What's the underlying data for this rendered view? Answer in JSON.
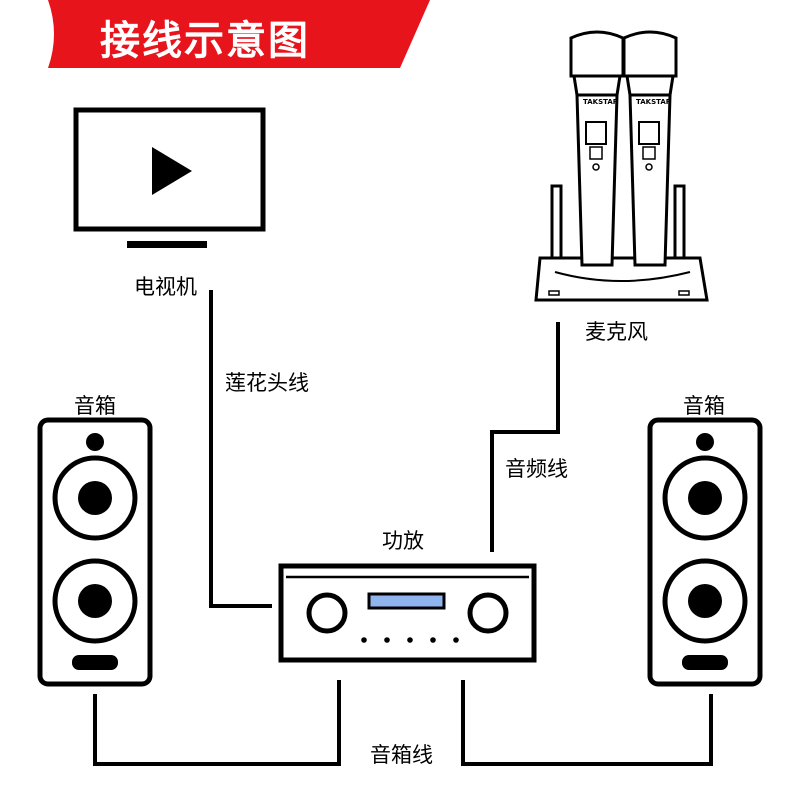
{
  "title": "接线示意图",
  "colors": {
    "banner": "#e8141c",
    "line": "#000000",
    "display": "#8fb4ee"
  },
  "devices": {
    "tv": {
      "label": "电视机",
      "icon": "tv-icon"
    },
    "microphone": {
      "label": "麦克风",
      "icon": "microphone-icon",
      "brand": "TAKSTAR"
    },
    "speaker_left": {
      "label": "音箱",
      "icon": "speaker-icon"
    },
    "speaker_right": {
      "label": "音箱",
      "icon": "speaker-icon"
    },
    "amplifier": {
      "label": "功放",
      "icon": "amplifier-icon"
    }
  },
  "cables": {
    "rca": "莲花头线",
    "audio": "音频线",
    "speaker": "音箱线"
  }
}
